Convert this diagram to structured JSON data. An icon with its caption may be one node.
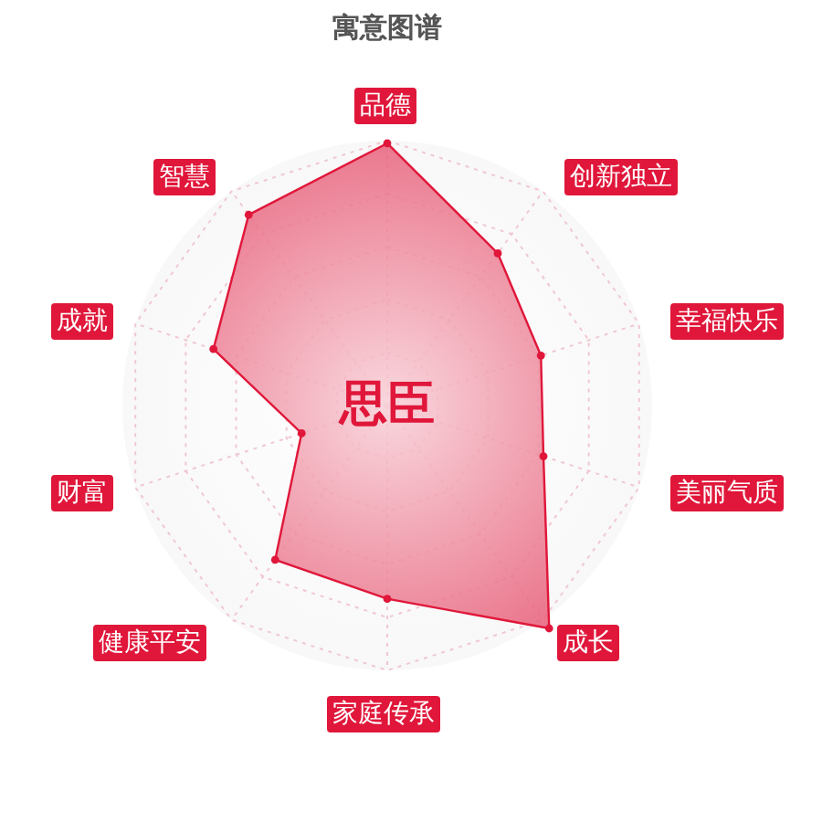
{
  "diagram": {
    "title": "寓意图谱",
    "labels": [
      "品德",
      "智慧",
      "创新独立",
      "成就",
      "幸福快乐",
      "思臣",
      "财富",
      "美丽气质",
      "健康平安",
      "成长",
      "家庭传承"
    ]
  }
}
